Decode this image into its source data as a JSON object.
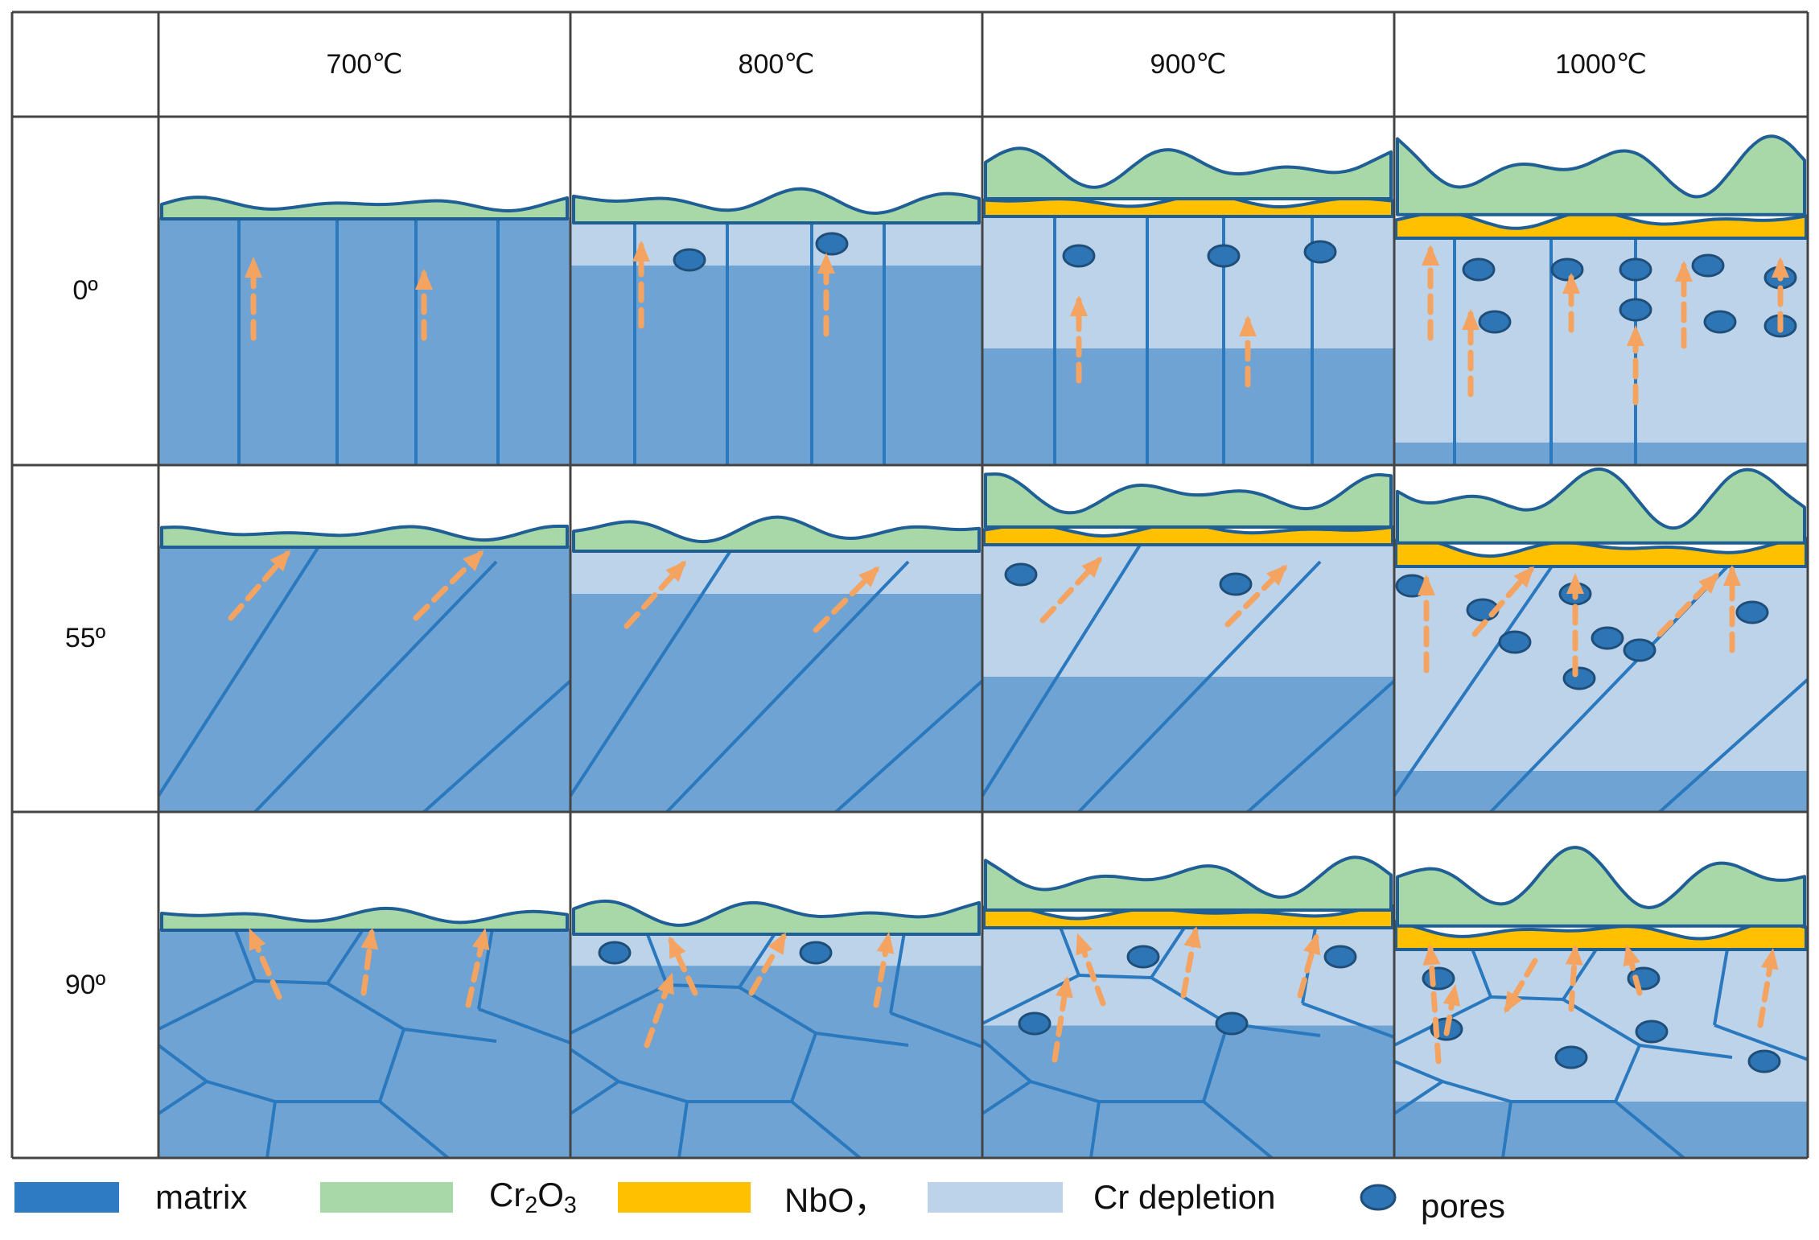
{
  "header": {
    "temperatures": [
      "700℃",
      "800℃",
      "900℃",
      "1000℃"
    ],
    "angles": [
      "0º",
      "55º",
      "90º"
    ]
  },
  "legend": [
    {
      "key": "matrix",
      "label": "matrix",
      "color": "#2e7bc4"
    },
    {
      "key": "cr2o3",
      "label_main": "Cr",
      "label_sub1": "2",
      "label_mid": "O",
      "label_sub2": "3",
      "color": "#a8d8a8"
    },
    {
      "key": "nbo",
      "label": "NbO，",
      "color": "#ffc000"
    },
    {
      "key": "depletion",
      "label": "Cr depletion",
      "color": "#bdd3ea"
    },
    {
      "key": "pores",
      "label": "pores",
      "color": "#2e75b6"
    }
  ],
  "colors": {
    "matrix": "#6fa3d3",
    "depletion": "#bdd3ea",
    "oxide": "#a8d8a8",
    "nbo": "#ffc000",
    "outline": "#1f5f96",
    "boundary": "#2a78bd",
    "arrow": "#f4a460",
    "grid": "#444444"
  }
}
